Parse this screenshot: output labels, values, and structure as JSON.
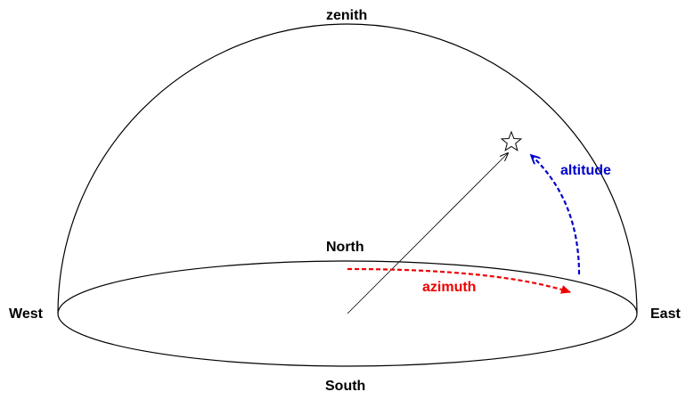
{
  "labels": {
    "zenith": "zenith",
    "north": "North",
    "south": "South",
    "west": "West",
    "east": "East",
    "altitude": "altitude",
    "azimuth": "azimuth"
  },
  "icons": {
    "star": "star-icon"
  },
  "colors": {
    "outline": "#000000",
    "altitude": "#0000cc",
    "azimuth": "#ee0000"
  }
}
